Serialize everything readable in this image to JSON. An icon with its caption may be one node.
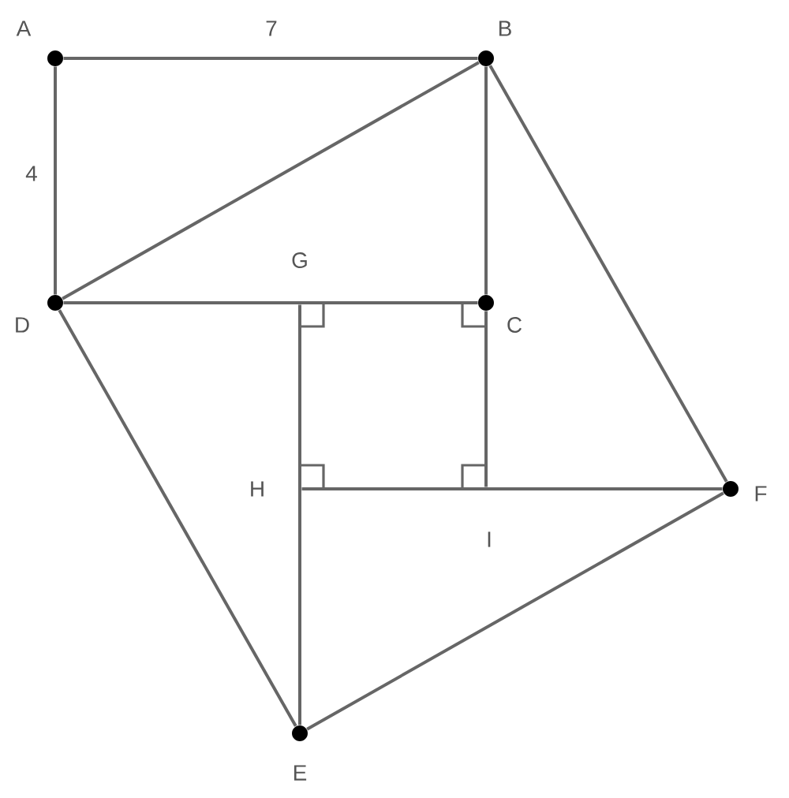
{
  "diagram": {
    "nodes": [
      {
        "text": [],
        "shape": "circle",
        "beside": [
          "A"
        ]
      },
      {
        "text": [],
        "shape": "circle",
        "beside": [
          "B"
        ]
      },
      {
        "text": [],
        "shape": "circle",
        "beside": [
          "C"
        ]
      },
      {
        "text": [],
        "shape": "circle",
        "beside": [
          "D"
        ]
      },
      {
        "text": [],
        "shape": "circle",
        "beside": [
          "E"
        ]
      },
      {
        "text": [],
        "shape": "circle",
        "beside": [
          "F"
        ]
      },
      {
        "text": [],
        "shape": "point",
        "beside": [
          "G"
        ]
      },
      {
        "text": [],
        "shape": "point",
        "beside": [
          "H"
        ]
      },
      {
        "text": [],
        "shape": "point",
        "beside": [
          "I"
        ]
      }
    ],
    "edges": [
      {
        "from": 0,
        "to": 1,
        "arrow": "none",
        "label": "7"
      },
      {
        "from": 0,
        "to": 3,
        "arrow": "none",
        "label": "4"
      },
      {
        "from": 1,
        "to": 2,
        "arrow": "none"
      },
      {
        "from": 3,
        "to": 2,
        "arrow": "none"
      },
      {
        "from": 3,
        "to": 1,
        "arrow": "none"
      },
      {
        "from": 1,
        "to": 5,
        "arrow": "none"
      },
      {
        "from": 3,
        "to": 4,
        "arrow": "none"
      },
      {
        "from": 4,
        "to": 5,
        "arrow": "none"
      },
      {
        "from": 6,
        "to": 4,
        "arrow": "none"
      },
      {
        "from": 7,
        "to": 5,
        "arrow": "none"
      },
      {
        "from": 2,
        "to": 8,
        "arrow": "none"
      }
    ]
  }
}
